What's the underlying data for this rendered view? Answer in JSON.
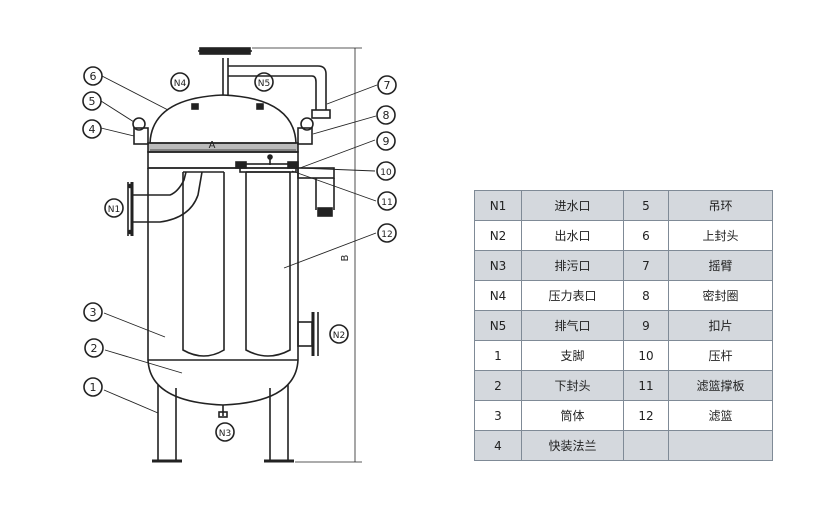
{
  "diagram": {
    "callouts": [
      "1",
      "2",
      "3",
      "4",
      "5",
      "6",
      "7",
      "8",
      "9",
      "10",
      "11",
      "12"
    ],
    "nozzles": [
      "N1",
      "N2",
      "N3",
      "N4",
      "N5"
    ],
    "dimensions": {
      "a": "A",
      "b": "B"
    }
  },
  "table": {
    "rows": [
      {
        "code": "N1",
        "name": "进水口",
        "part_no": "5",
        "part_name": "吊环"
      },
      {
        "code": "N2",
        "name": "出水口",
        "part_no": "6",
        "part_name": "上封头"
      },
      {
        "code": "N3",
        "name": "排污口",
        "part_no": "7",
        "part_name": "摇臂"
      },
      {
        "code": "N4",
        "name": "压力表口",
        "part_no": "8",
        "part_name": "密封圈"
      },
      {
        "code": "N5",
        "name": "排气口",
        "part_no": "9",
        "part_name": "扣片"
      },
      {
        "code": "1",
        "name": "支脚",
        "part_no": "10",
        "part_name": "压杆"
      },
      {
        "code": "2",
        "name": "下封头",
        "part_no": "11",
        "part_name": "滤篮撑板"
      },
      {
        "code": "3",
        "name": "筒体",
        "part_no": "12",
        "part_name": "滤篮"
      },
      {
        "code": "4",
        "name": "快装法兰",
        "part_no": "",
        "part_name": ""
      }
    ]
  }
}
